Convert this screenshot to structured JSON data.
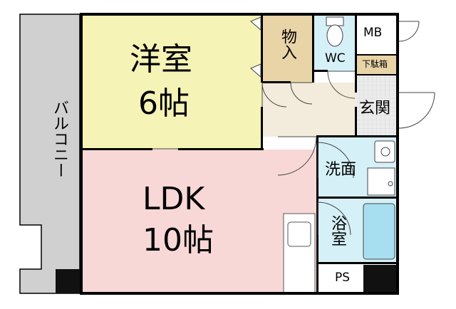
{
  "rooms": {
    "bedroom": {
      "name": "洋室",
      "size": "6帖"
    },
    "ldk": {
      "name": "LDK",
      "size": "10帖"
    },
    "storage": {
      "name": "物入"
    },
    "wc": {
      "name": "WC"
    },
    "meter_box": {
      "name": "MB"
    },
    "shoe_closet": {
      "name": "下駄箱"
    },
    "entrance": {
      "name": "玄関"
    },
    "washroom": {
      "name": "洗面"
    },
    "bath": {
      "name": "浴室"
    },
    "pipe_space": {
      "name": "PS"
    },
    "balcony": {
      "name": "バルコニー"
    }
  },
  "colors": {
    "bedroom": "#f5f3b5",
    "ldk": "#f8d7d7",
    "storage": "#e9d4a8",
    "wet_area": "#d6f0f8",
    "hall": "#f3ebdb",
    "entrance": "#d8d8d8",
    "balcony": "#d0d0d0",
    "wall": "#000000"
  }
}
